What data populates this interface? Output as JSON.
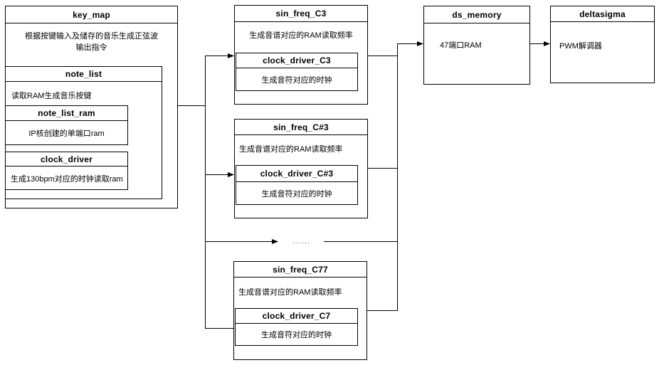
{
  "modules": {
    "key_map": {
      "title": "key_map",
      "desc": "根据按键输入及储存的音乐生成正弦波输出指令"
    },
    "note_list": {
      "title": "note_list",
      "desc": "读取RAM生成音乐按键"
    },
    "note_list_ram": {
      "title": "note_list_ram",
      "desc": "IP核创建的单端口ram"
    },
    "clock_driver": {
      "title": "clock_driver",
      "desc": "生成130bpm对应的时钟读取ram"
    },
    "sin_freq_c3": {
      "title": "sin_freq_C3",
      "desc": "生成音谱对应的RAM读取频率"
    },
    "clock_driver_c3": {
      "title": "clock_driver_C3",
      "desc": "生成音符对应的时钟"
    },
    "sin_freq_cs3": {
      "title": "sin_freq_C#3",
      "desc": "生成音谱对应的RAM读取频率"
    },
    "clock_driver_cs3": {
      "title": "clock_driver_C#3",
      "desc": "生成音符对应的时钟"
    },
    "sin_freq_c77": {
      "title": "sin_freq_C77",
      "desc": "生成音谱对应的RAM读取频率"
    },
    "clock_driver_c7": {
      "title": "clock_driver_C7",
      "desc": "生成音符对应的时钟"
    },
    "ds_memory": {
      "title": "ds_memory",
      "desc": "47端口RAM"
    },
    "deltasigma": {
      "title": "deltasigma",
      "desc": "PWM解调器"
    }
  },
  "connectors": {
    "ellipsis": "......"
  },
  "colors": {
    "line": "#000000",
    "border": "#000000",
    "background": "#ffffff",
    "ellipsis_text": "#666666"
  }
}
